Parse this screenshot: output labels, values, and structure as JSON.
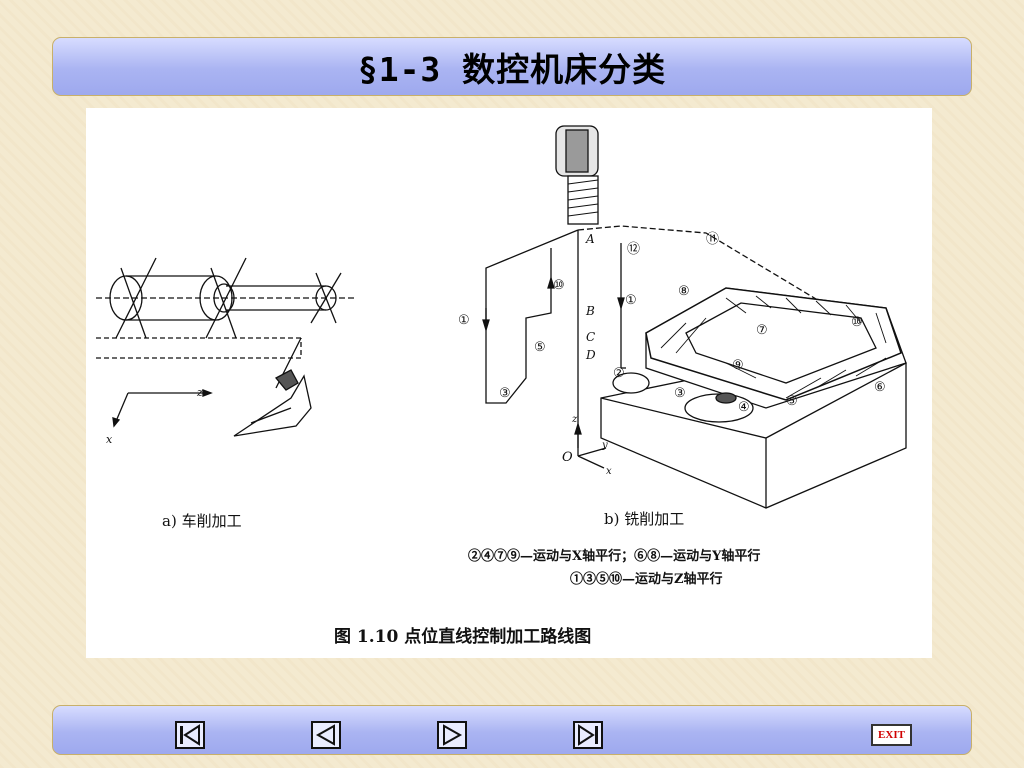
{
  "title": "§1-3 数控机床分类",
  "figure": {
    "caption_a": "a) 车削加工",
    "caption_b": "b) 铣削加工",
    "legend_line1": "②④⑦⑨—运动与X轴平行；⑥⑧—运动与Y轴平行",
    "legend_line2": "①③⑤⑩—运动与Z轴平行",
    "figure_title": "图 1.10   点位直线控制加工路线图",
    "point_labels": [
      "A",
      "B",
      "C",
      "D"
    ],
    "path_numbers": [
      "①",
      "⑩",
      "⑤",
      "③",
      "⑫",
      "⑪",
      "①",
      "⑧",
      "⑦",
      "⑩",
      "②",
      "⑨",
      "③",
      "④",
      "⑤",
      "⑥"
    ],
    "axis_labels_a": [
      "z",
      "x"
    ],
    "axis_labels_b": [
      "z",
      "O",
      "y",
      "x"
    ]
  },
  "nav": {
    "first_icon": "first-slide-icon",
    "prev_icon": "previous-slide-icon",
    "next_icon": "next-slide-icon",
    "last_icon": "last-slide-icon",
    "exit_label": "EXIT"
  }
}
